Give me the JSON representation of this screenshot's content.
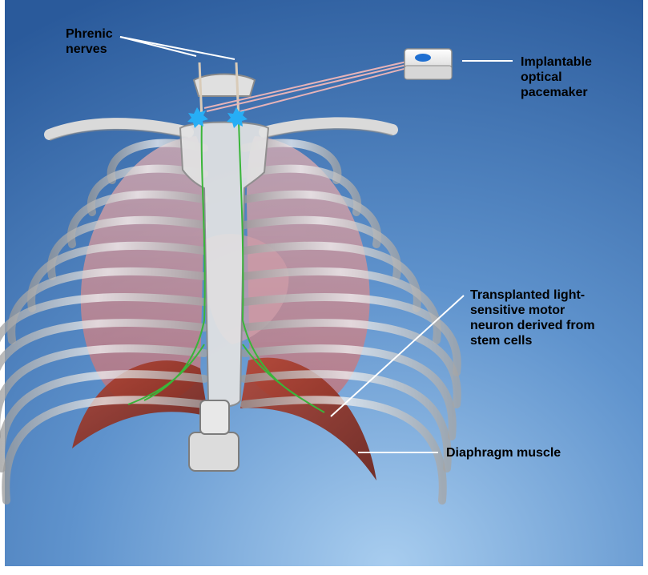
{
  "labels": {
    "phrenic": [
      "Phrenic",
      "nerves"
    ],
    "pacemaker": [
      "Implantable",
      "optical",
      "pacemaker"
    ],
    "neuron": [
      "Transplanted light-",
      "sensitive motor",
      "neuron derived from",
      "stem cells"
    ],
    "diaphragm": [
      "Diaphragm muscle"
    ]
  },
  "colors": {
    "background_top": "#2b5d9f",
    "background_bottom": "#9cc2e6",
    "lung": "#d98c8f",
    "bone": "#d4d4d4",
    "diaphragm": "#8c2b1d",
    "nerve": "#3ab53a",
    "light_spot": "#27aef5"
  }
}
